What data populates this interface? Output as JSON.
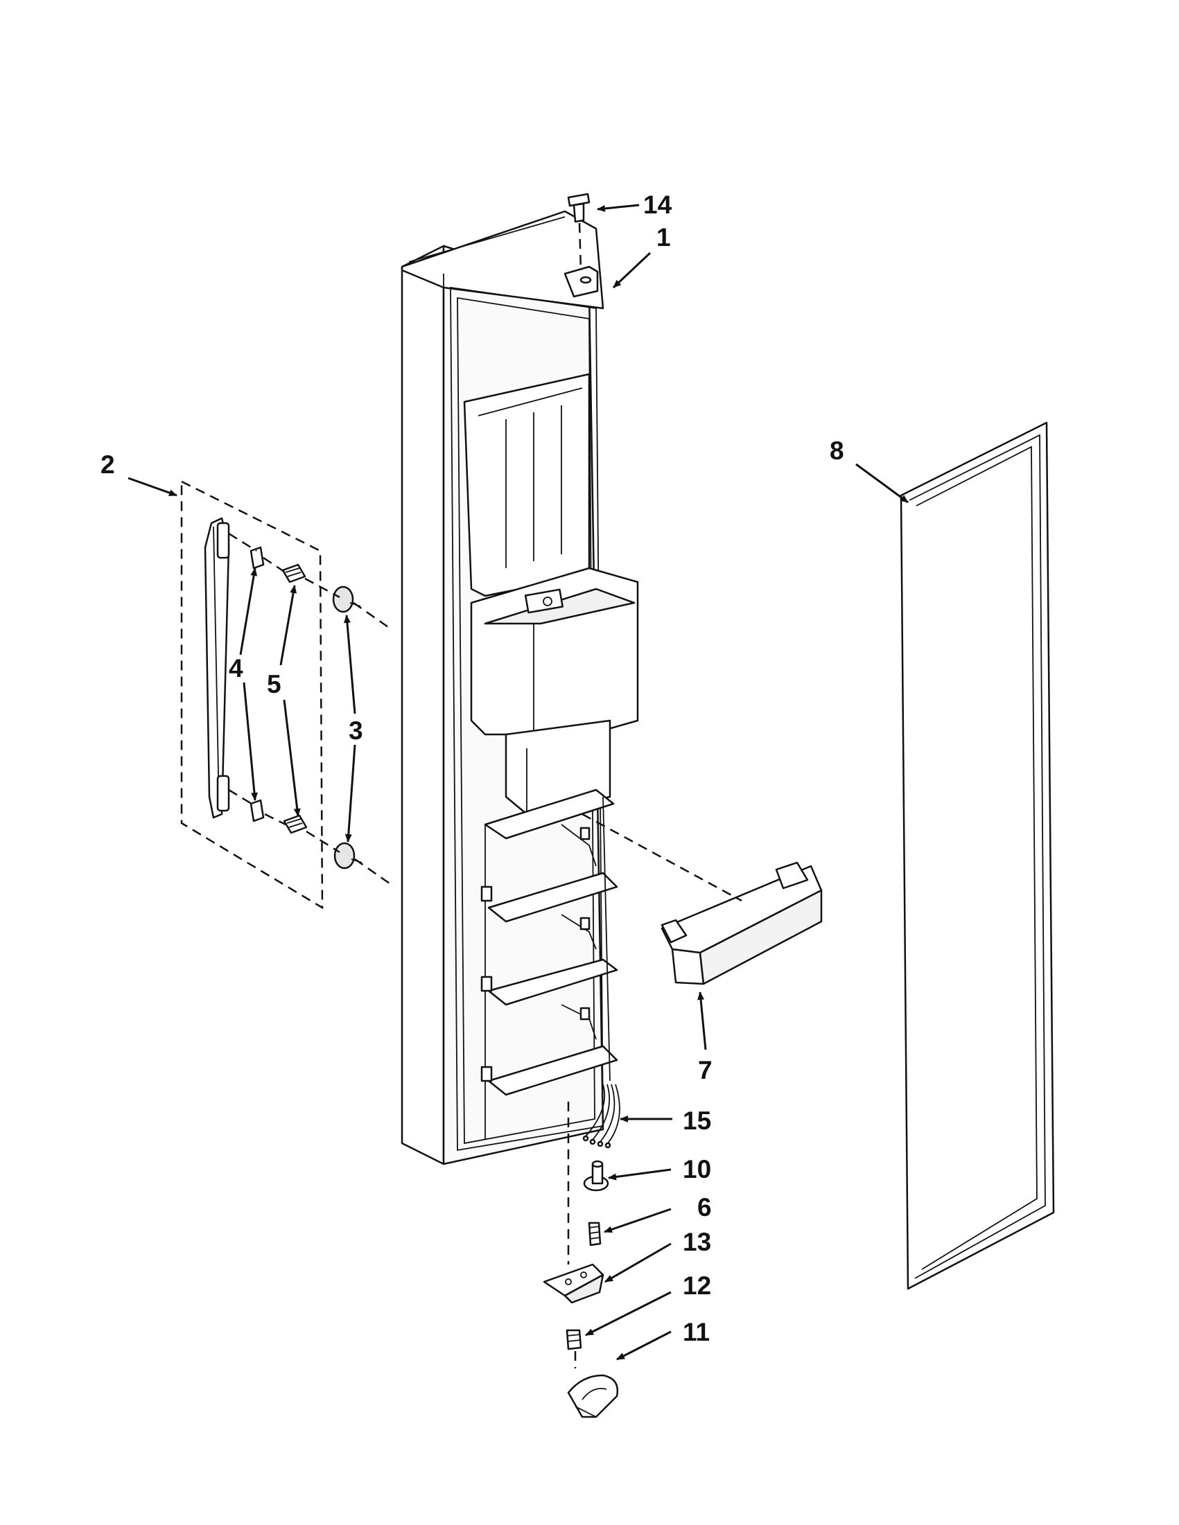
{
  "diagram": {
    "callouts": [
      {
        "id": "14",
        "text": "14"
      },
      {
        "id": "1",
        "text": "1"
      },
      {
        "id": "2",
        "text": "2"
      },
      {
        "id": "8",
        "text": "8"
      },
      {
        "id": "4",
        "text": "4"
      },
      {
        "id": "5",
        "text": "5"
      },
      {
        "id": "3",
        "text": "3"
      },
      {
        "id": "7",
        "text": "7"
      },
      {
        "id": "15",
        "text": "15"
      },
      {
        "id": "10",
        "text": "10"
      },
      {
        "id": "6",
        "text": "6"
      },
      {
        "id": "13",
        "text": "13"
      },
      {
        "id": "12",
        "text": "12"
      },
      {
        "id": "11",
        "text": "11"
      }
    ]
  }
}
